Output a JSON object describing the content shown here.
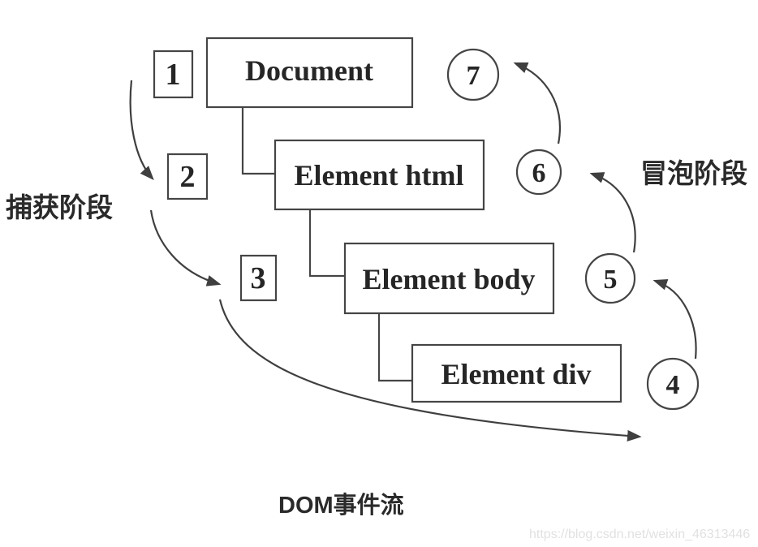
{
  "diagram": {
    "caption": "DOM事件流",
    "watermark": "https://blog.csdn.net/weixin_46313446",
    "capture_phase": {
      "label": "捕获阶段",
      "steps": [
        "1",
        "2",
        "3"
      ]
    },
    "bubble_phase": {
      "label": "冒泡阶段",
      "steps": [
        "4",
        "5",
        "6",
        "7"
      ]
    },
    "nodes": [
      {
        "label": "Document"
      },
      {
        "label": "Element html"
      },
      {
        "label": "Element body"
      },
      {
        "label": "Element div"
      }
    ],
    "colors": {
      "line": "#454545",
      "text": "#262626",
      "watermark_text": "#e1e1e1",
      "background": "#ffffff"
    }
  }
}
